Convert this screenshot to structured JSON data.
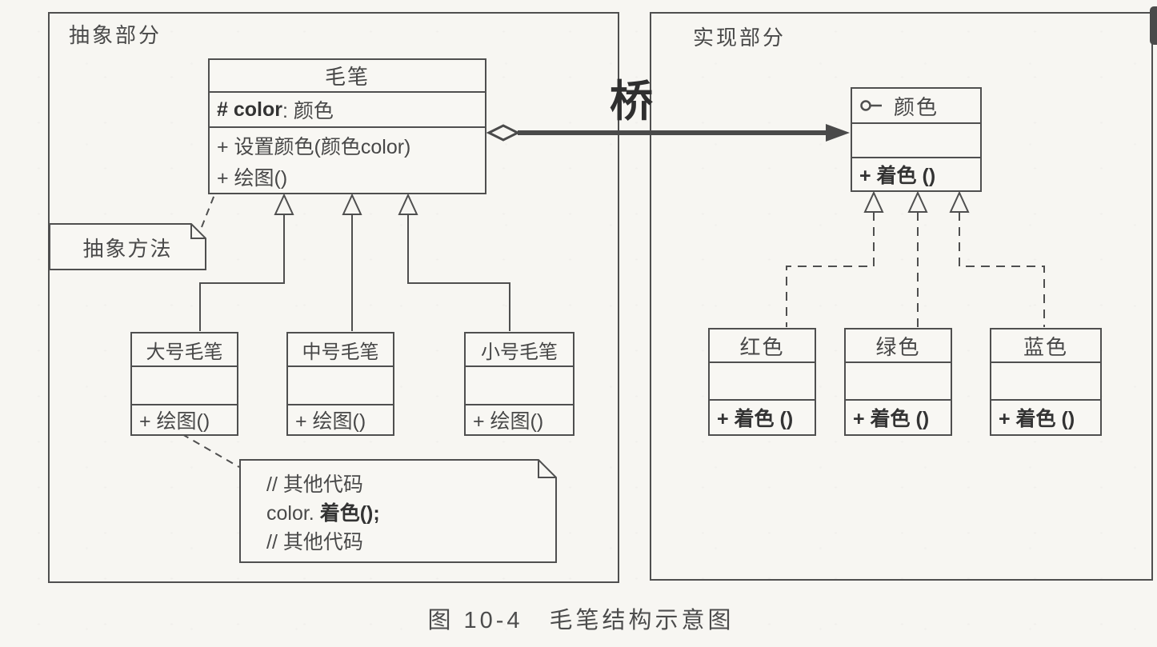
{
  "figure": {
    "caption": "图 10-4　毛笔结构示意图",
    "bridge_label": "桥"
  },
  "colors": {
    "ink": "#4f4f4f",
    "paper": "#f7f6f2",
    "page_edge_tab": "#4a4a4a"
  },
  "panels": {
    "abstract": {
      "label": "抽象部分"
    },
    "implementation": {
      "label": "实现部分"
    }
  },
  "classes": {
    "brush": {
      "name": "毛笔",
      "attribute_bold": "# color",
      "attribute_rest": " : 颜色",
      "method1": "+ 设置颜色(颜色color)",
      "method2": "+ 绘图()"
    },
    "large_brush": {
      "name": "大号毛笔",
      "method": "+ 绘图()"
    },
    "medium_brush": {
      "name": "中号毛笔",
      "method": "+ 绘图()"
    },
    "small_brush": {
      "name": "小号毛笔",
      "method": "+ 绘图()"
    },
    "color_interface": {
      "name": "颜色",
      "method": "+ 着色 ()"
    },
    "red": {
      "name": "红色",
      "method": "+ 着色 ()"
    },
    "green": {
      "name": "绿色",
      "method": "+ 着色 ()"
    },
    "blue": {
      "name": "蓝色",
      "method": "+ 着色 ()"
    }
  },
  "notes": {
    "abstract_method": {
      "text": "抽象方法"
    },
    "code": {
      "line1": "// 其他代码",
      "line2_prefix": "color. ",
      "line2_bold": "着色();",
      "line3": "// 其他代码"
    }
  }
}
